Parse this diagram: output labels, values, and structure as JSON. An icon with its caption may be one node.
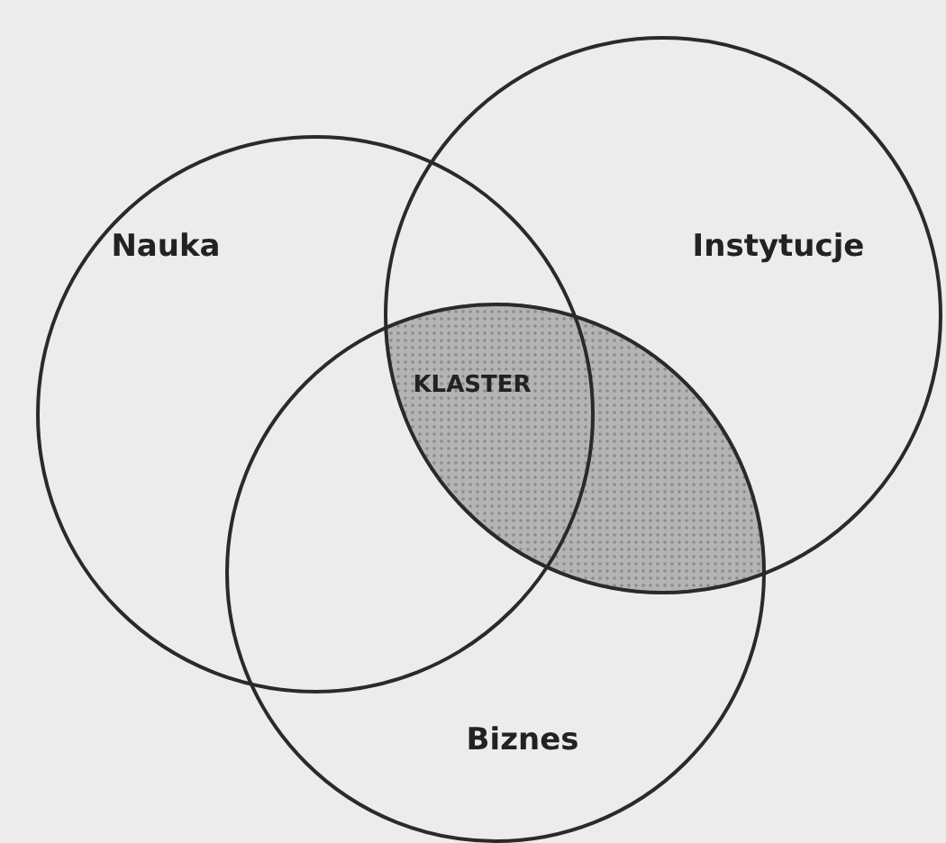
{
  "diagram": {
    "nodes": [
      {
        "text": [
          "Nauka"
        ]
      },
      {
        "text": [
          "Instytucje"
        ]
      },
      {
        "text": [
          "Biznes"
        ]
      }
    ],
    "labels": [
      "KLASTER"
    ]
  }
}
